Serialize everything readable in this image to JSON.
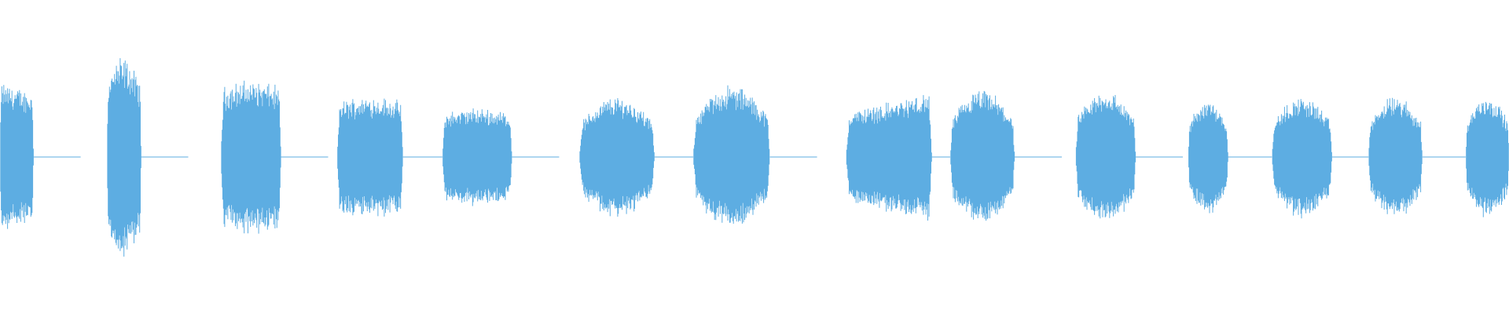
{
  "waveform": {
    "color": "#5dade2",
    "background": "#ffffff",
    "segments": [
      {
        "start": 0.0,
        "end": 0.0222,
        "peak": 0.62,
        "shape": "decay"
      },
      {
        "start": 0.0709,
        "end": 0.0935,
        "peak": 0.82,
        "shape": "swell"
      },
      {
        "start": 0.1464,
        "end": 0.1862,
        "peak": 0.63,
        "shape": "flat"
      },
      {
        "start": 0.2234,
        "end": 0.267,
        "peak": 0.5,
        "shape": "flat"
      },
      {
        "start": 0.2932,
        "end": 0.3393,
        "peak": 0.4,
        "shape": "flat"
      },
      {
        "start": 0.3839,
        "end": 0.4337,
        "peak": 0.5,
        "shape": "round"
      },
      {
        "start": 0.4594,
        "end": 0.5102,
        "peak": 0.59,
        "shape": "round"
      },
      {
        "start": 0.5607,
        "end": 0.6175,
        "peak": 0.53,
        "shape": "rise"
      },
      {
        "start": 0.6297,
        "end": 0.6724,
        "peak": 0.55,
        "shape": "round"
      },
      {
        "start": 0.7128,
        "end": 0.7526,
        "peak": 0.55,
        "shape": "round"
      },
      {
        "start": 0.7874,
        "end": 0.8138,
        "peak": 0.48,
        "shape": "round"
      },
      {
        "start": 0.8429,
        "end": 0.8827,
        "peak": 0.5,
        "shape": "round"
      },
      {
        "start": 0.9069,
        "end": 0.9426,
        "peak": 0.5,
        "shape": "round"
      },
      {
        "start": 0.9713,
        "end": 1.0,
        "peak": 0.51,
        "shape": "round"
      }
    ]
  }
}
